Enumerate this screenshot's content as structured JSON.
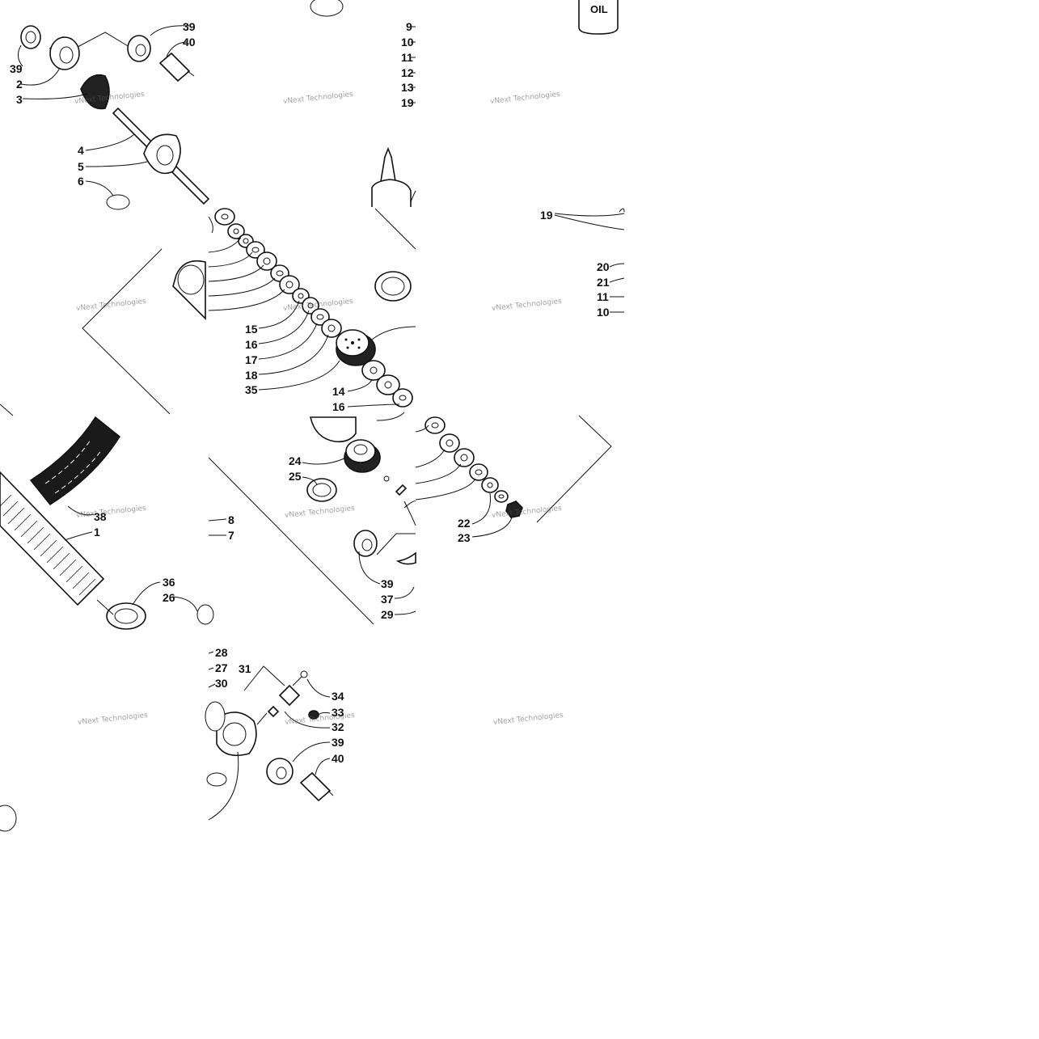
{
  "oil_label": "OIL",
  "watermark": "vNext Technologies",
  "callouts": [
    "39",
    "40",
    "39",
    "2",
    "3",
    "4",
    "5",
    "6",
    "9",
    "10",
    "11",
    "12",
    "13",
    "19",
    "19",
    "20",
    "21",
    "11",
    "10",
    "15",
    "16",
    "17",
    "18",
    "35",
    "14",
    "16",
    "24",
    "25",
    "38",
    "1",
    "8",
    "7",
    "22",
    "23",
    "39",
    "37",
    "29",
    "36",
    "26",
    "28",
    "27",
    "30",
    "31",
    "34",
    "33",
    "32",
    "39",
    "40"
  ]
}
